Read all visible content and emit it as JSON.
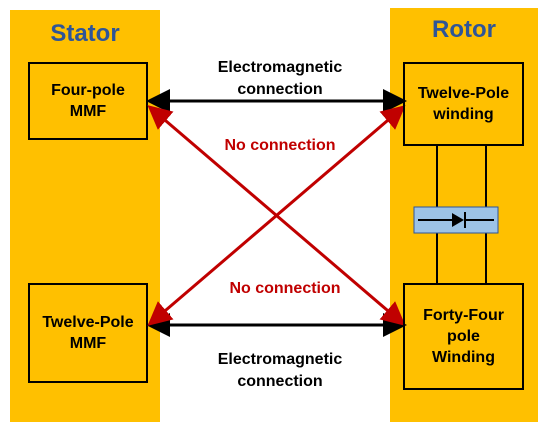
{
  "stator": {
    "title": "Stator",
    "top_box": "Four-pole\nMMF",
    "bottom_box": "Twelve-Pole\nMMF"
  },
  "rotor": {
    "title": "Rotor",
    "top_box": "Twelve-Pole\nwinding",
    "bottom_box": "Forty-Four\npole\nWinding"
  },
  "labels": {
    "top_connection": "Electromagnetic\nconnection",
    "bottom_connection": "Electromagnetic\nconnection",
    "no_connection_top": "No connection",
    "no_connection_bottom": "No connection"
  },
  "colors": {
    "panel": "#ffc000",
    "title": "#2f5597",
    "no_connection": "#c00000",
    "arrow_black": "#000000",
    "arrow_red": "#c00000",
    "diode_fill": "#9dc3e6"
  }
}
